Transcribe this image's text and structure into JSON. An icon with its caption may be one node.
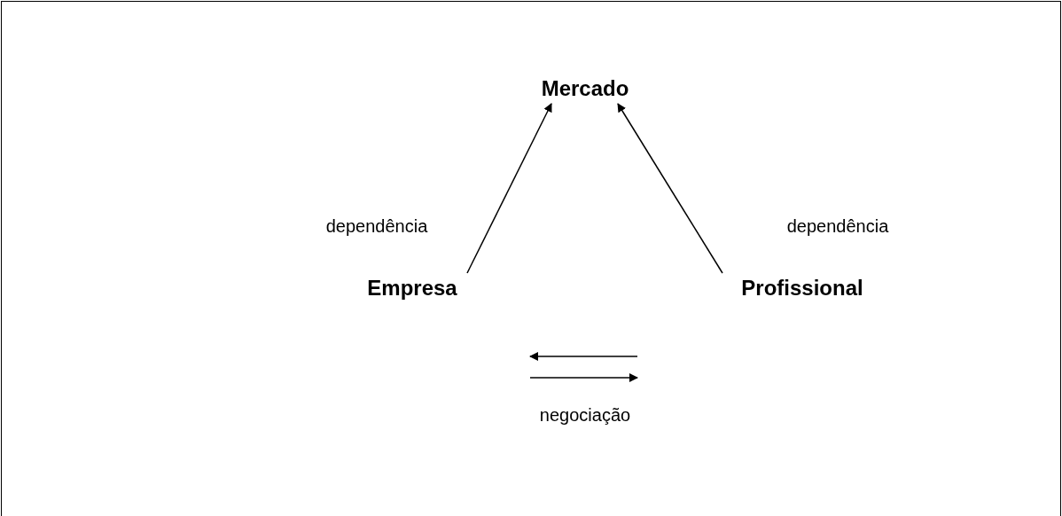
{
  "diagram": {
    "nodes": [
      {
        "text": [
          "Mercado"
        ]
      },
      {
        "text": [
          "Empresa"
        ]
      },
      {
        "text": [
          "Profissional"
        ]
      }
    ],
    "edges": [
      {
        "from": 1,
        "to": 0,
        "arrow": "to",
        "label": "dependência"
      },
      {
        "from": 2,
        "to": 0,
        "arrow": "to",
        "label": "dependência"
      }
    ],
    "labels": [
      "negociação"
    ]
  }
}
